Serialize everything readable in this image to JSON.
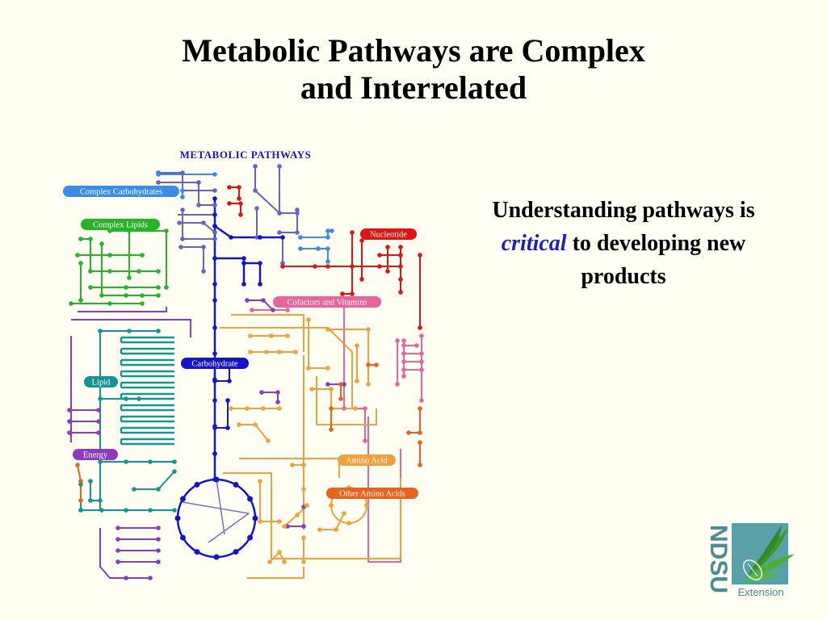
{
  "slide": {
    "title_line1": "Metabolic Pathways are Complex",
    "title_line2": "and Interrelated",
    "body_pre": "Understanding pathways is",
    "body_em": "critical",
    "body_post": "to developing new products"
  },
  "diagram": {
    "heading": "METABOLIC PATHWAYS",
    "labels": {
      "complex_carbohydrates": "Complex Carbohydrates",
      "complex_lipids": "Complex Lipids",
      "nucleotide": "Nucleotide",
      "cofactors_vitamins": "Cofactors and Vitamins",
      "carbohydrate": "Carbohydrate",
      "lipid": "Lipid",
      "energy": "Energy",
      "amino_acid": "Amino Acid",
      "other_amino_acids": "Other Amino Acids"
    },
    "colors": {
      "carbohydrate": "#1414c8",
      "complex_carbohydrates": "#3c8ce6",
      "complex_lipids": "#28b428",
      "nucleotide": "#e01414",
      "cofactors_vitamins": "#e8649c",
      "lipid": "#149494",
      "energy": "#8c3cc0",
      "amino_acid": "#f0a03c",
      "other_amino_acids": "#e8641e",
      "glycan": "#6464c8"
    }
  },
  "logo": {
    "letters": "NDSU",
    "subtitle": "Extension"
  }
}
